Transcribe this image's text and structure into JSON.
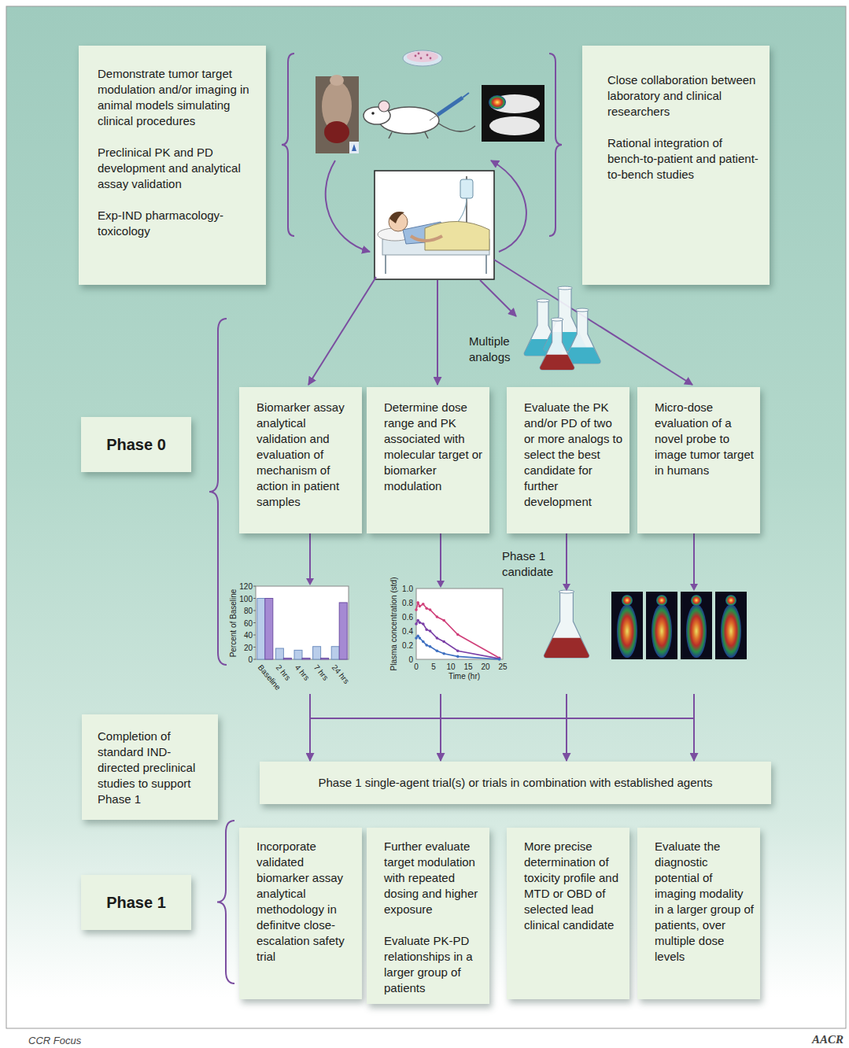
{
  "diagram": {
    "nodes": [
      {
        "text": [
          "Demonstrate tumor target modulation and/or imaging in animal models simulating clinical procedures",
          "Preclinical PK and PD development and analytical assay validation",
          "Exp-IND pharmacology-toxicology"
        ]
      },
      {
        "text": [
          "Close collaboration between laboratory and clinical researchers",
          "Rational integration of bench-to-patient and patient-to-bench studies"
        ]
      },
      {
        "text": [
          "Phase 0"
        ]
      },
      {
        "text": [
          "Biomarker assay analytical validation and evaluation of mechanism of action in patient samples"
        ]
      },
      {
        "text": [
          "Determine dose range and PK associated with molecular target or biomarker modulation"
        ]
      },
      {
        "text": [
          "Evaluate the PK and/or PD of two or more analogs to select the best candidate for further development"
        ]
      },
      {
        "text": [
          "Micro-dose evaluation of a novel probe to image tumor target in humans"
        ]
      },
      {
        "text": [
          "Completion of standard IND-directed preclinical studies to support Phase 1"
        ]
      },
      {
        "text": [
          "Phase 1 single-agent trial(s) or trials in combination with established agents"
        ]
      },
      {
        "text": [
          "Phase 1"
        ]
      },
      {
        "text": [
          "Incorporate validated biomarker assay analytical methodology in definitve close-escalation safety trial"
        ]
      },
      {
        "text": [
          "Further evaluate target modulation with repeated dosing and higher exposure",
          "Evaluate PK-PD relationships in a larger group of patients"
        ]
      },
      {
        "text": [
          "More precise determination of toxicity profile and MTD or OBD of selected lead clinical candidate"
        ]
      },
      {
        "text": [
          "Evaluate the diagnostic potential of imaging modality in a larger group of patients, over multiple dose levels"
        ]
      }
    ],
    "edges": [
      {
        "from": 3,
        "to": 8,
        "arrow": "to"
      },
      {
        "from": 4,
        "to": 8,
        "arrow": "to"
      },
      {
        "from": 5,
        "to": 8,
        "arrow": "to"
      },
      {
        "from": 6,
        "to": 8,
        "arrow": "to"
      }
    ],
    "labels": [
      "Multiple analogs",
      "Phase 1 candidate",
      "Percent of Baseline",
      "120",
      "100",
      "80",
      "60",
      "40",
      "20",
      "0",
      "Baseline",
      "2 hrs",
      "4 hrs",
      "7 hrs",
      "24 hrs",
      "Plasma concentration (std)",
      "1.0",
      "0.8",
      "0.6",
      "0.4",
      "0.2",
      "0",
      "0",
      "5",
      "10",
      "15",
      "20",
      "25",
      "Time (hr)",
      "CCR Focus",
      "AACR"
    ]
  }
}
